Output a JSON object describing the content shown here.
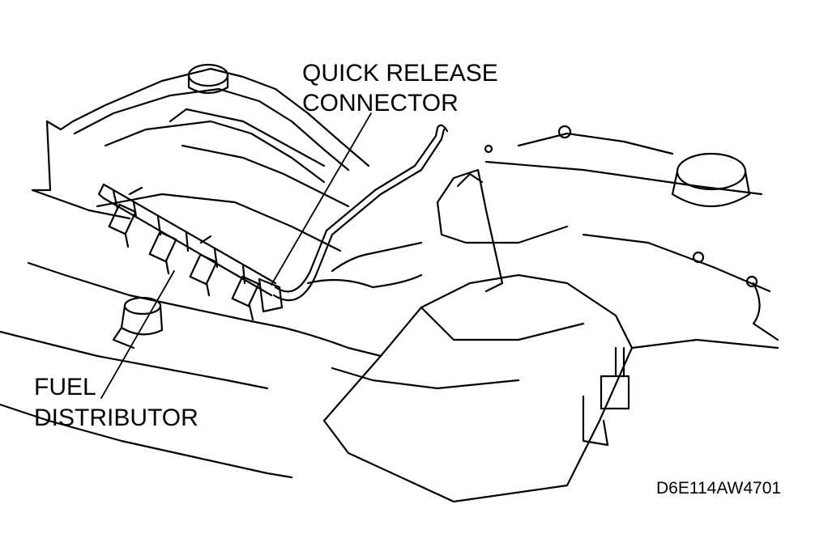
{
  "labels": {
    "quick_release_connector": [
      "QUICK RELEASE",
      "CONNECTOR"
    ],
    "fuel_distributor": [
      "FUEL",
      "DISTRIBUTOR"
    ]
  },
  "figure_code": "D6E114AW4701",
  "colors": {
    "ink": "#000000",
    "background": "#ffffff"
  }
}
